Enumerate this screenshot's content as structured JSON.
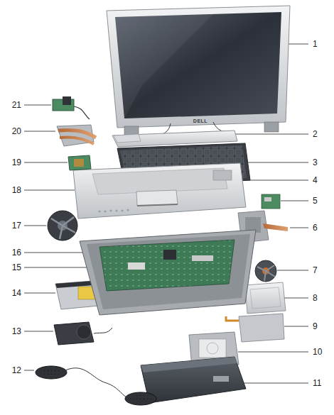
{
  "diagram": {
    "labels": [
      "1",
      "2",
      "3",
      "4",
      "5",
      "6",
      "7",
      "8",
      "9",
      "10",
      "11",
      "12",
      "13",
      "14",
      "15",
      "16",
      "17",
      "18",
      "19",
      "20",
      "21",
      "DELL"
    ]
  }
}
